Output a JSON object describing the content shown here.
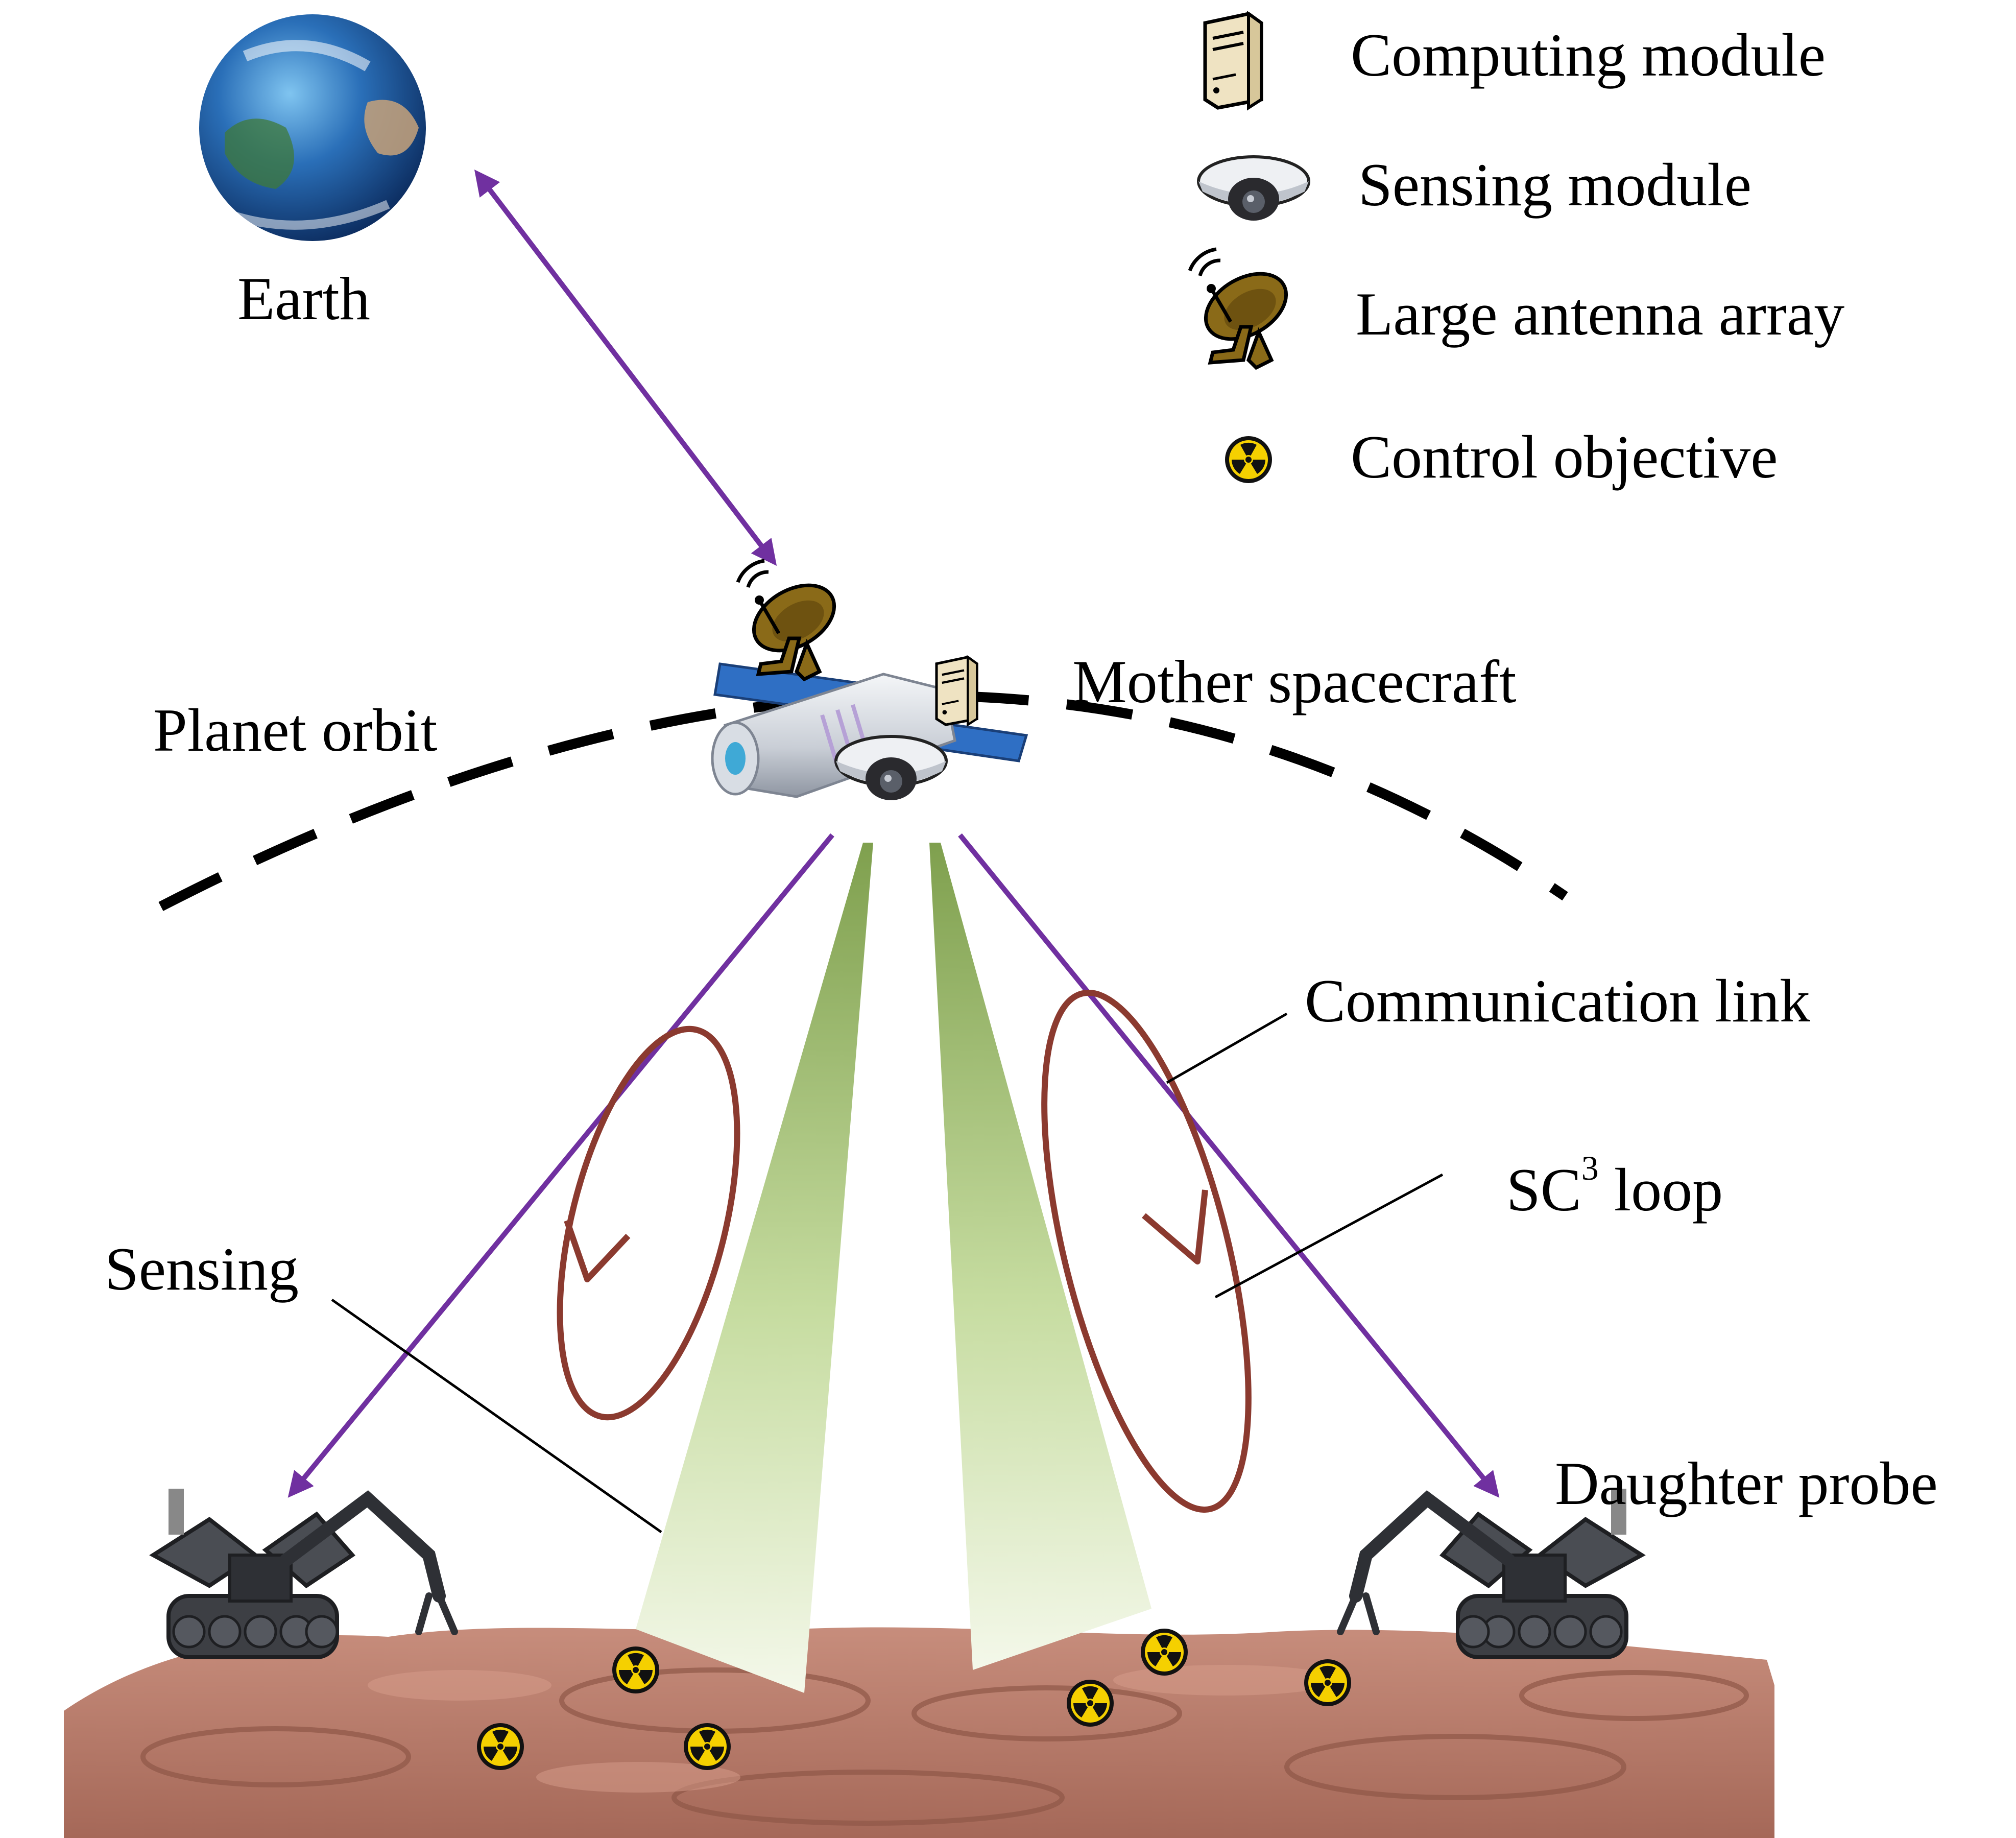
{
  "labels": {
    "earth": "Earth",
    "planet_orbit": "Planet orbit",
    "mother_spacecraft": "Mother spacecraft",
    "communication_link": "Communication link",
    "sc3_loop_base": "SC",
    "sc3_loop_sup": "3",
    "sc3_loop_rest": " loop",
    "sensing": "Sensing",
    "daughter_probe": "Daughter probe"
  },
  "legend": [
    {
      "icon": "computing-module-icon",
      "label": "Computing module"
    },
    {
      "icon": "sensing-module-icon",
      "label": "Sensing module"
    },
    {
      "icon": "large-antenna-array-icon",
      "label": "Large antenna array"
    },
    {
      "icon": "control-objective-icon",
      "label": "Control objective"
    }
  ],
  "colors": {
    "communication_link": "#7030A0",
    "sc3_loop": "#8B3A2F",
    "sensing_beam": "#8FAE5E",
    "planet_surface": "#B77A6A",
    "orbit": "#000000",
    "antenna": "#7A5A10",
    "hazard": "#F5D000"
  }
}
